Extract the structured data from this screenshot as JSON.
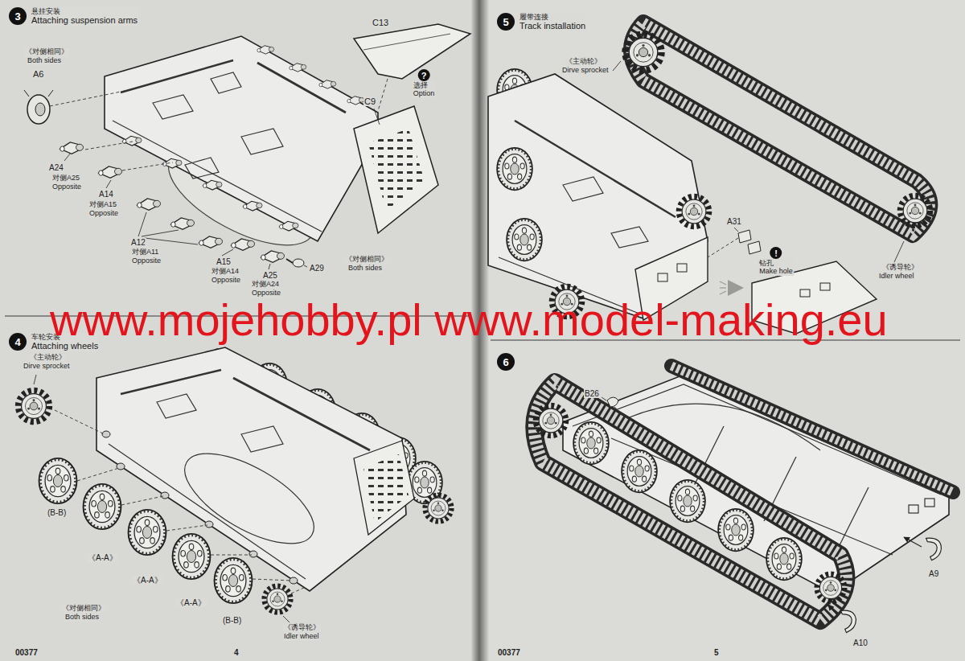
{
  "diagram": {
    "nodes": [
      {
        "text": [
          "3",
          "悬挂安装",
          "Attaching suspension arms"
        ]
      },
      {
        "text": [
          "?",
          "选择",
          "Option"
        ]
      },
      {
        "text": [
          "4",
          "车轮安装",
          "Attaching wheels"
        ]
      },
      {
        "text": [
          "5",
          "履带连接",
          "Track installation"
        ]
      },
      {
        "text": [
          "!",
          "钻孔",
          "Make hole"
        ]
      },
      {
        "text": [
          "6"
        ]
      }
    ],
    "labels": [
      "C13",
      "C9",
      "《对侧相同》",
      "Both sides",
      "A6",
      "A24",
      "对侧A25",
      "Opposite",
      "A14",
      "对侧A15",
      "Opposite",
      "A12",
      "对侧A11",
      "Opposite",
      "A15",
      "对侧A14",
      "Opposite",
      "A25",
      "对侧A24",
      "Opposite",
      "A29",
      "《对侧相同》",
      "Both sides",
      "《主动轮》",
      "Dirve sprocket",
      "(B-B)",
      "《A-A》",
      "《A-A》",
      "《A-A》",
      "(B-B)",
      "《对侧相同》",
      "Both sides",
      "《诱导轮》",
      "Idler wheel",
      "《主动轮》",
      "Dirve sprocket",
      "A31",
      "《诱导轮》",
      "Idler wheel",
      "B26",
      "A9",
      "A10",
      "00377",
      "4",
      "00377",
      "5",
      "www.mojehobby.pl www.model-making.eu"
    ]
  }
}
